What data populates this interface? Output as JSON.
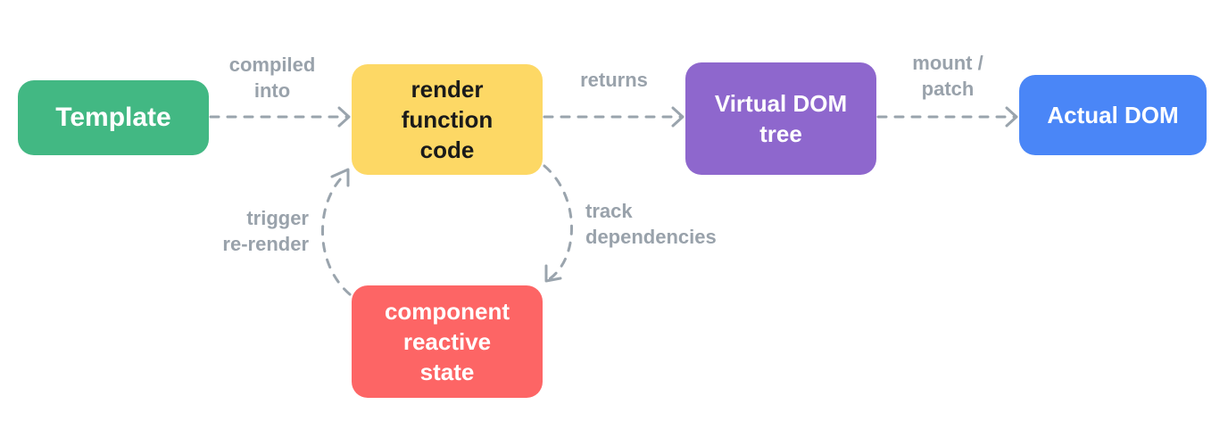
{
  "nodes": {
    "template": {
      "label": "Template",
      "color": "#42b883",
      "text_color": "#ffffff"
    },
    "render": {
      "label": "render\nfunction\ncode",
      "color": "#fdd865",
      "text_color": "#1a1a1a"
    },
    "vdom": {
      "label": "Virtual DOM\ntree",
      "color": "#8e67cd",
      "text_color": "#ffffff"
    },
    "actual": {
      "label": "Actual DOM",
      "color": "#4a86f7",
      "text_color": "#ffffff"
    },
    "state": {
      "label": "component\nreactive\nstate",
      "color": "#fd6565",
      "text_color": "#ffffff"
    }
  },
  "edges": {
    "compiled_into": "compiled\ninto",
    "returns": "returns",
    "mount_patch": "mount /\npatch",
    "track_dependencies": "track\ndependencies",
    "trigger_rerender": "trigger\nre-render"
  },
  "colors": {
    "edge": "#9aa4ad",
    "edge_label": "#99a2ab"
  }
}
